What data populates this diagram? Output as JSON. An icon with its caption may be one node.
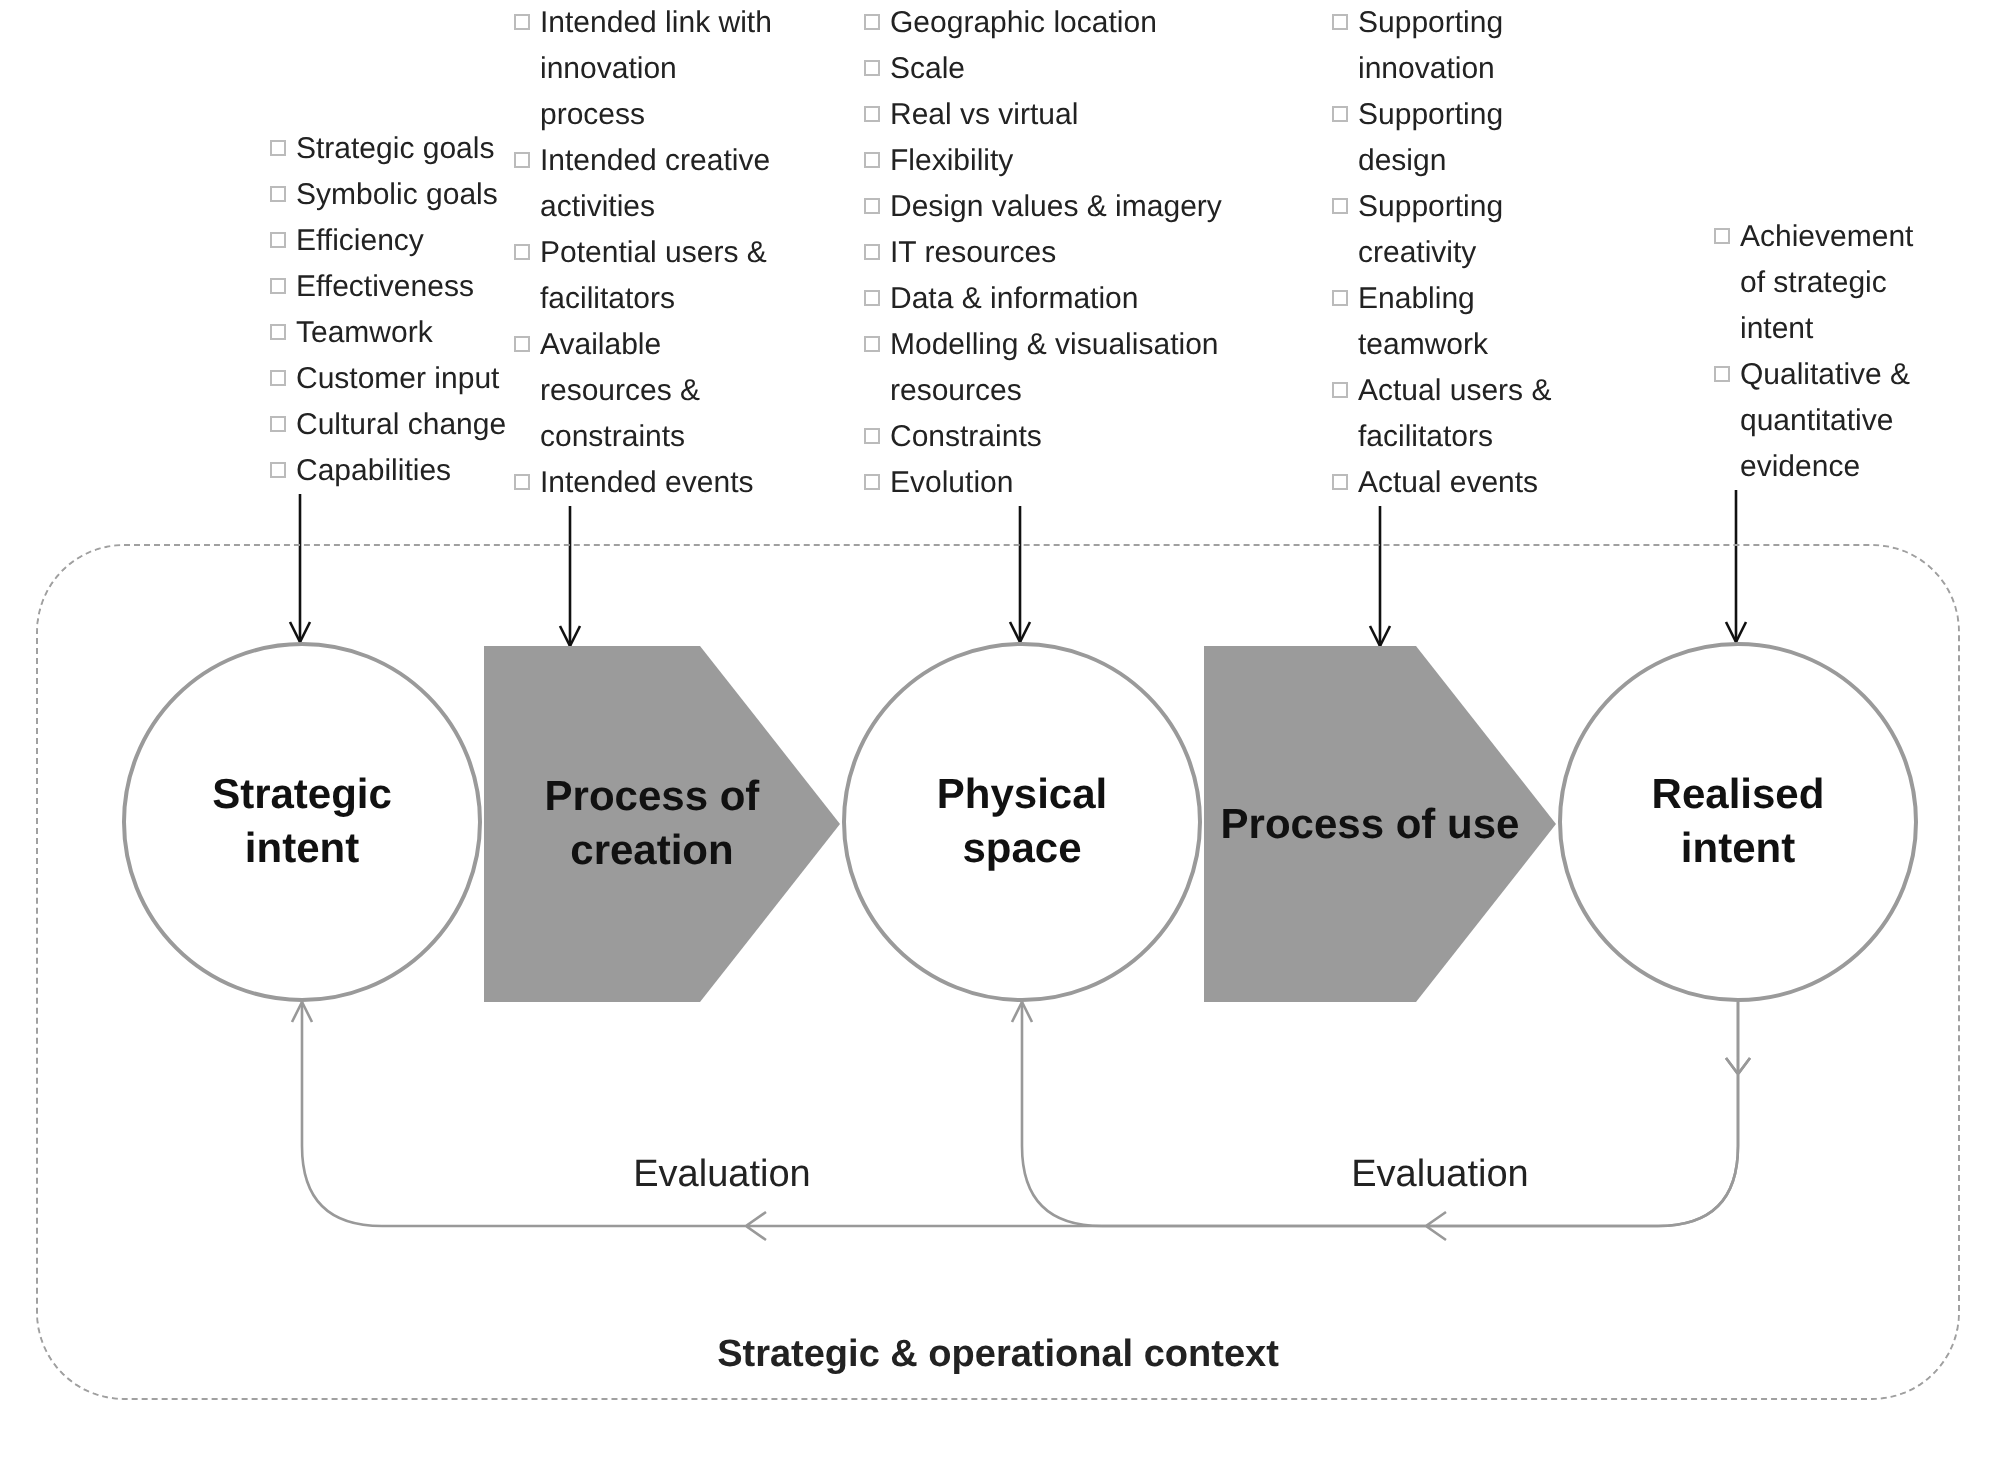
{
  "diagram": {
    "nodes": [
      {
        "text": [
          "Strategic goals",
          "Symbolic goals",
          "Efficiency",
          "Effectiveness",
          "Teamwork",
          "Customer input",
          "Cultural change",
          "Capabilities"
        ]
      },
      {
        "text": [
          "Intended link with innovation process",
          "Intended creative activities",
          "Potential users & facilitators",
          "Available resources & constraints",
          "Intended events"
        ]
      },
      {
        "text": [
          "Geographic location",
          "Scale",
          "Real vs virtual",
          "Flexibility",
          "Design values & imagery",
          "IT resources",
          "Data & information",
          "Modelling & visualisation resources",
          "Constraints",
          "Evolution"
        ]
      },
      {
        "text": [
          "Supporting innovation",
          "Supporting design",
          "Supporting creativity",
          "Enabling teamwork",
          "Actual users & facilitators",
          "Actual events"
        ]
      },
      {
        "text": [
          "Achievement of strategic intent",
          "Qualitative & quantitative evidence"
        ]
      },
      {
        "text": [
          "Strategic & operational context"
        ]
      },
      {
        "text": [
          "Strategic intent"
        ],
        "in": 5
      },
      {
        "text": [
          "Process of creation"
        ],
        "in": 5
      },
      {
        "text": [
          "Physical space"
        ],
        "in": 5
      },
      {
        "text": [
          "Process of use"
        ],
        "in": 5
      },
      {
        "text": [
          "Realised intent"
        ],
        "in": 5
      }
    ],
    "edges": [
      {
        "from": 0,
        "to": 6,
        "arrow": "to"
      },
      {
        "from": 1,
        "to": 7,
        "arrow": "to"
      },
      {
        "from": 2,
        "to": 8,
        "arrow": "to"
      },
      {
        "from": 3,
        "to": 9,
        "arrow": "to"
      },
      {
        "from": 4,
        "to": 10,
        "arrow": "to"
      },
      {
        "from": 10,
        "to": 8,
        "arrow": "to",
        "label": "Evaluation",
        "color": "#999999"
      },
      {
        "from": 10,
        "to": 6,
        "arrow": "to",
        "label": "Evaluation",
        "color": "#999999"
      }
    ]
  }
}
